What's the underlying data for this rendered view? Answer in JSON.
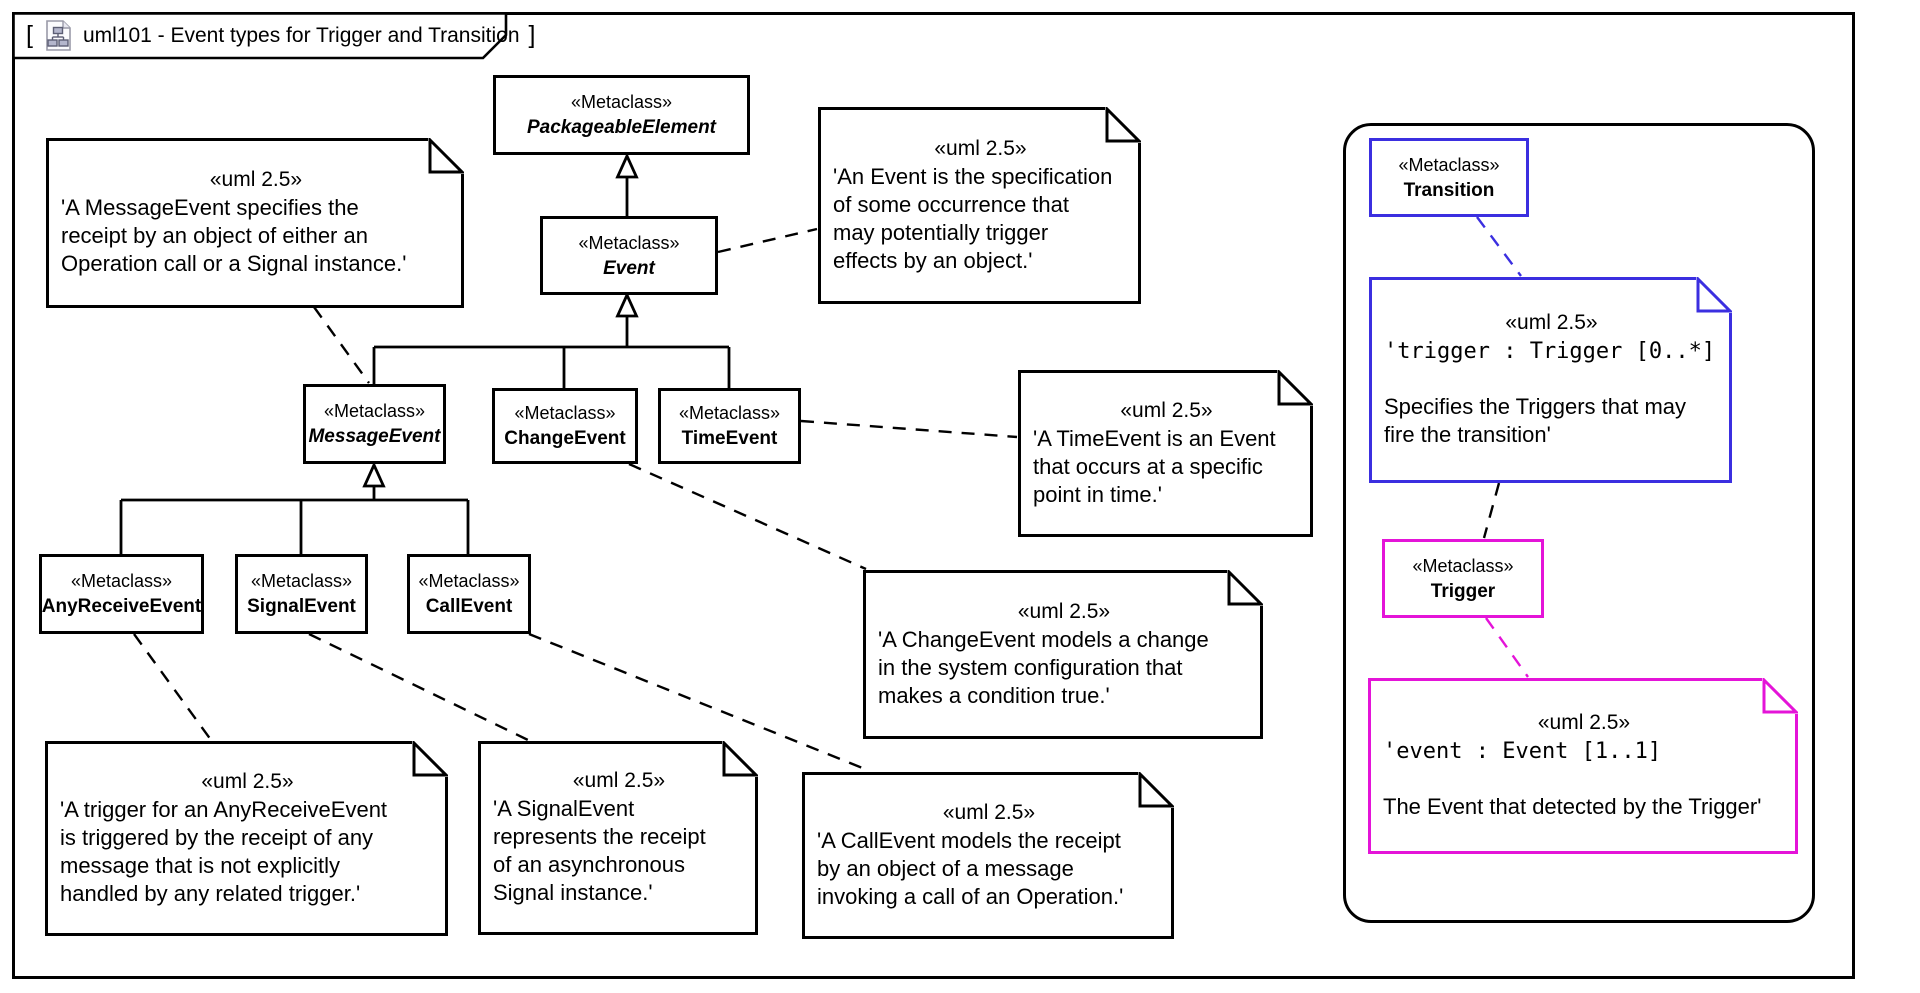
{
  "title": {
    "open_bracket": "[",
    "text": "uml101 - Event types for Trigger and Transition",
    "close_bracket": "]"
  },
  "colors": {
    "background": "#ffffff",
    "line_black": "#000000",
    "blue_accent": "#3b2fe0",
    "magenta_accent": "#e414d8",
    "icon_box_fill": "#b4b6cc"
  },
  "classes": [
    {
      "stereotype": "«Metaclass»",
      "name": "PackageableElement"
    },
    {
      "stereotype": "«Metaclass»",
      "name": "Event"
    },
    {
      "stereotype": "«Metaclass»",
      "name": "MessageEvent"
    },
    {
      "stereotype": "«Metaclass»",
      "name": "ChangeEvent"
    },
    {
      "stereotype": "«Metaclass»",
      "name": "TimeEvent"
    },
    {
      "stereotype": "«Metaclass»",
      "name": "AnyReceiveEvent"
    },
    {
      "stereotype": "«Metaclass»",
      "name": "SignalEvent"
    },
    {
      "stereotype": "«Metaclass»",
      "name": "CallEvent"
    },
    {
      "stereotype": "«Metaclass»",
      "name": "Transition"
    },
    {
      "stereotype": "«Metaclass»",
      "name": "Trigger"
    }
  ],
  "notes": {
    "message_event": {
      "stereotype": "«uml 2.5»",
      "lines": [
        "'A MessageEvent specifies the",
        "receipt by an object of either an",
        "Operation call or a Signal instance.'"
      ]
    },
    "event": {
      "stereotype": "«uml 2.5»",
      "lines": [
        "'An Event is the specification",
        "of some occurrence that",
        "may potentially trigger",
        "effects by an object.'"
      ]
    },
    "time_event": {
      "stereotype": "«uml 2.5»",
      "lines": [
        "'A TimeEvent is an Event",
        "that occurs at a specific",
        "point in time.'"
      ]
    },
    "change_event": {
      "stereotype": "«uml 2.5»",
      "lines": [
        "'A ChangeEvent models a change",
        "in the system configuration that",
        "makes a condition true.'"
      ]
    },
    "any_receive_event": {
      "stereotype": "«uml 2.5»",
      "lines": [
        "'A trigger for an AnyReceiveEvent",
        "is triggered by the receipt of any",
        "message that is not explicitly",
        "handled by any related trigger.'"
      ]
    },
    "signal_event": {
      "stereotype": "«uml 2.5»",
      "lines": [
        "'A SignalEvent",
        "represents the receipt",
        "of an asynchronous",
        "Signal instance.'"
      ]
    },
    "call_event": {
      "stereotype": "«uml 2.5»",
      "lines": [
        "'A CallEvent models the receipt",
        "by an object of a message",
        "invoking a call of an Operation.'"
      ]
    },
    "transition_trigger": {
      "stereotype": "«uml 2.5»",
      "code": "'trigger : Trigger [0..*]",
      "lines": [
        "Specifies the Triggers that may",
        "fire the transition'"
      ]
    },
    "trigger_event": {
      "stereotype": "«uml 2.5»",
      "code": "'event : Event [1..1]",
      "lines": [
        "The Event that detected by the Trigger'"
      ]
    }
  }
}
